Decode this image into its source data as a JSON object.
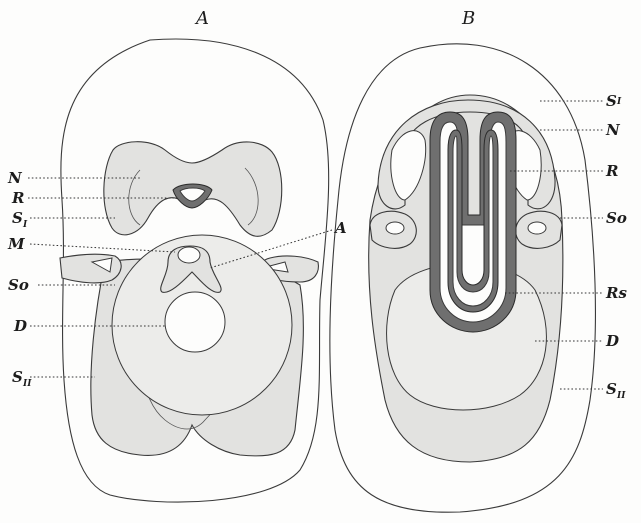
{
  "figure": {
    "panels": [
      {
        "id": "A",
        "title": "A"
      },
      {
        "id": "B",
        "title": "B"
      }
    ],
    "panel_a_labels": {
      "N": "N",
      "R": "R",
      "S1": "S",
      "S1_sub": "I",
      "M": "M",
      "So": "So",
      "D": "D",
      "S2": "S",
      "S2_sub": "II",
      "A": "A"
    },
    "panel_b_labels": {
      "S1": "S",
      "S1_sub": "I",
      "N": "N",
      "R": "R",
      "So": "So",
      "Rs": "Rs",
      "D": "D",
      "S2": "S",
      "S2_sub": "II"
    },
    "colors": {
      "ink": "#1c1c1c",
      "shade": "#e2e2e0",
      "dark_shade": "#6f6f6f",
      "paper": "#fdfdfc"
    }
  }
}
